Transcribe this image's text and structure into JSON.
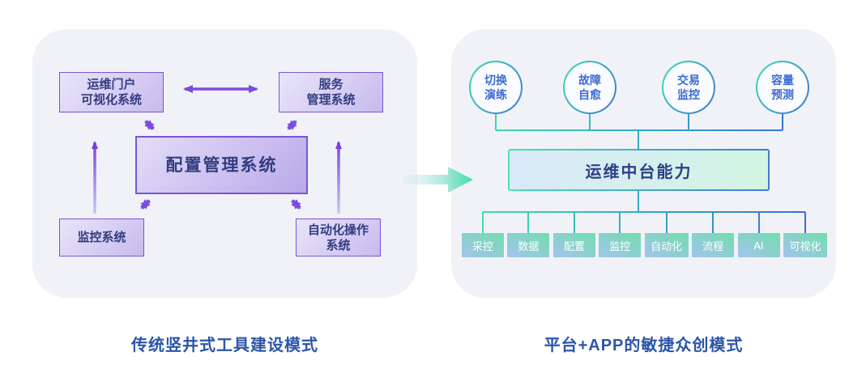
{
  "theme": {
    "page_bg": "#ffffff",
    "panel_bg": "#f1f2f8",
    "purple_border": "#7a54d6",
    "purple_box_text": "#323c80",
    "arrow_purple": "#7e4be0",
    "caption_color": "#2b55a8",
    "circle_text": "#3d6bd3",
    "bar_text": "#2c3f87",
    "module_text": "#ffffff",
    "green_accent": "#3edda2",
    "blue_accent": "#3a6ed6"
  },
  "left_panel": {
    "caption": "传统竖井式工具建设模式",
    "boxes": [
      {
        "id": "ops-portal",
        "label": "运维门户\n可视化系统"
      },
      {
        "id": "service-mgmt",
        "label": "服务\n管理系统"
      },
      {
        "id": "config-mgmt",
        "label": "配置管理系统"
      },
      {
        "id": "monitoring",
        "label": "监控系统"
      },
      {
        "id": "automation-ops",
        "label": "自动化操作\n系统"
      }
    ]
  },
  "right_panel": {
    "caption": "平台+APP的敏捷众创模式",
    "scenario_circles": [
      "切换\n演练",
      "故障\n自愈",
      "交易\n监控",
      "容量\n预测"
    ],
    "platform_bar": "运维中台能力",
    "modules": [
      "采控",
      "数据",
      "配置",
      "监控",
      "自动化",
      "流程",
      "AI",
      "可视化"
    ]
  }
}
